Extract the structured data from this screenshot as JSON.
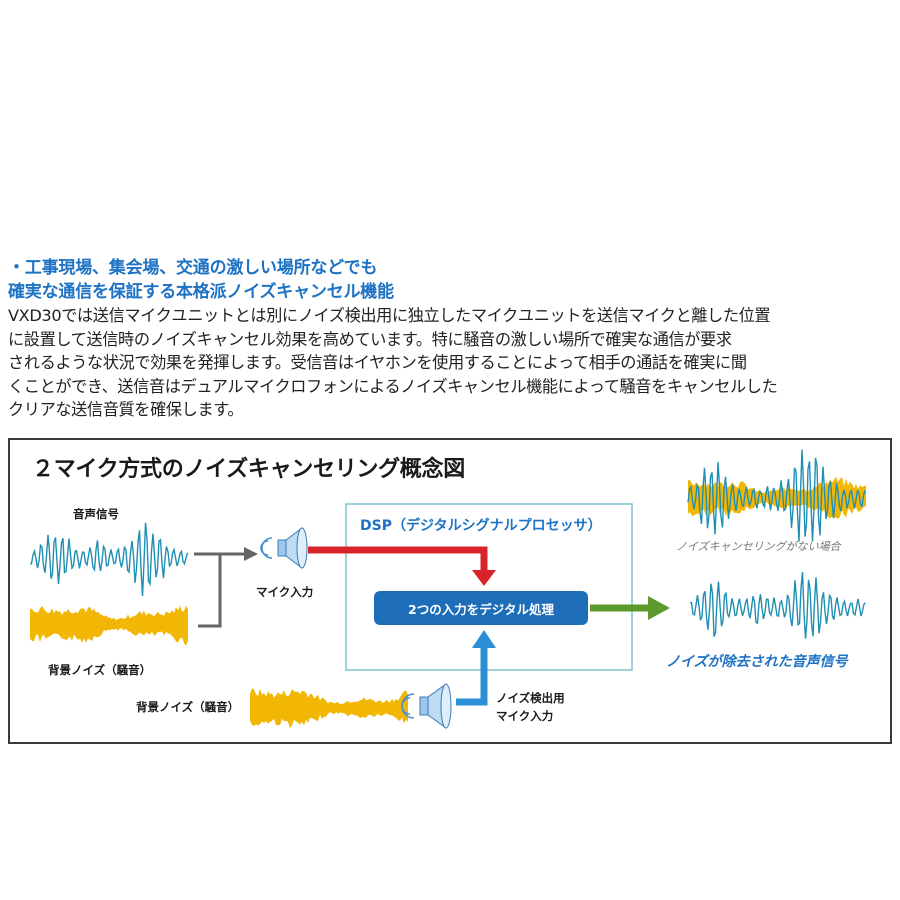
{
  "heading": {
    "line1": "・工事現場、集会場、交通の激しい場所などでも",
    "line2": "確実な通信を保証する本格派ノイズキャンセル機能"
  },
  "description": {
    "lines": [
      "VXD30では送信マイクユニットとは別にノイズ検出用に独立したマイクユニットを送信マイクと離した位置",
      "に設置して送信時のノイズキャンセル効果を高めています。特に騒音の激しい場所で確実な通信が要求",
      "されるような状況で効果を発揮します。受信音はイヤホンを使用することによって相手の通話を確実に聞",
      "くことができ、送信音はデュアルマイクロフォンによるノイズキャンセル機能によって騒音をキャンセルした",
      "クリアな送信音質を確保します。"
    ]
  },
  "diagram": {
    "title": "２マイク方式のノイズキャンセリング概念図",
    "voice_signal": "音声信号",
    "background_noise": "背景ノイズ（騒音）",
    "mic_input": "マイク入力",
    "dsp": "DSP（デジタルシグナルプロセッサ）",
    "process": "2つの入力をデジタル処理",
    "background_noise_2": "背景ノイズ（騒音）",
    "noise_mic_line1": "ノイズ検出用",
    "noise_mic_line2": "マイク入力",
    "no_cancel": "ノイズキャンセリングがない場合",
    "result": "ノイズが除去された音声信号"
  },
  "colors": {
    "blue_text": "#1d72c4",
    "voice_wave": "#1f8fb3",
    "noise_wave": "#f2b705",
    "red_arrow": "#d8232a",
    "blue_arrow": "#2a8fd6",
    "green_arrow": "#5c9a2d",
    "dsp_frame": "#7fc3cf",
    "process_box": "#1e6db8"
  }
}
